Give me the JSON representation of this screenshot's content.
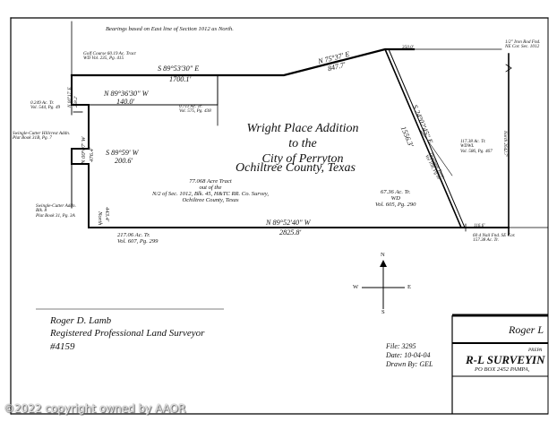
{
  "header": {
    "bearing_note": "Bearings based on East line of Section 1012 as North."
  },
  "title": [
    "Wright Place Addition",
    "to the",
    "City of Perryton",
    "Ochiltree County, Texas"
  ],
  "tract": [
    "77.068 Acre Tract",
    "out of the",
    "N/2 of Sec. 1012, Blk. 45, H&TC RR. Co. Survey,",
    "Ochiltree County, Texas"
  ],
  "calls": {
    "north_1": "S 89°53'30\" E",
    "north_1_dist": "1700.1'",
    "north_2": "N 75°37' E",
    "north_2_dist": "847.7'",
    "north_3_dist": "350.0'",
    "east_diag": "S 24°02'45\" E",
    "east_diag_dist": "1556.3'",
    "south": "N 89°52'40\" W",
    "south_dist": "2825.8'",
    "south_end": "116.6'",
    "west_1": "N 89°36'30\" W",
    "west_1_dist": "140.0'",
    "west_2": "S 89°59' W",
    "west_2_dist": "200.6'",
    "west_upper_v": "N 00°17' E",
    "west_upper_v_dist": "258.2'",
    "west_mid_v": "N 00°07' W",
    "west_mid_v_dist": "476.4'",
    "west_low_v": "North",
    "west_low_v_dist": "443.4'",
    "east_line": "North 2642.7'"
  },
  "adjoiners": {
    "golf": [
      "Golf Course 60.19 Ac. Tract",
      "WD Vol. 235, Pg. 415"
    ],
    "a0249": [
      "0.249 Ac. Tr.",
      "Vol. 544, Pg. 49"
    ],
    "a0711": [
      "0.711 Ac. Tr.",
      "Vol. 575, Pg. 438"
    ],
    "hillcrest": [
      "Swingle-Cutter Hillcrest Addn.",
      "Plat Book 31B, Pg. 7"
    ],
    "swingle": [
      "Swingle-Cutter Addn.",
      "Blk. 8",
      "Plat Book 31, Pg. 3A"
    ],
    "a21706": [
      "217.06 Ac. Tr.",
      "Vol. 607, Pg. 299"
    ],
    "a6736": [
      "67.36 Ac. Tr.",
      "WD",
      "Vol. 605, Pg. 290"
    ],
    "a11738": [
      "117.38 Ac. Tr.",
      "WDWL",
      "Vol. 586, Pg. 467"
    ],
    "pipe": [
      "1/2\" Iron Rod Fnd.",
      "NE Cor. Sec. 1012"
    ],
    "rod60d": [
      "60 d Nail Fnd. SE Cor.",
      "157.38 Ac. Tr."
    ],
    "ditch": [
      "Drainage Ease.",
      "Vol 108, Pg 90"
    ]
  },
  "compass": {
    "n": "N",
    "s": "S",
    "e": "E",
    "w": "W"
  },
  "surveyor": {
    "name": "Roger D. Lamb",
    "title": "Registered Professional Land Surveyor",
    "number": "#4159"
  },
  "file_info": {
    "file": "File: 3295",
    "date": "Date: 10-04-04",
    "drawn": "Drawn By: GEL"
  },
  "title_block": {
    "name": "Roger L",
    "prep": "PREPA",
    "company": "R-L SURVEYIN",
    "address": "PO BOX 2452  PAMPA,"
  },
  "copyright": "©2022 copyright owned by AAOR"
}
